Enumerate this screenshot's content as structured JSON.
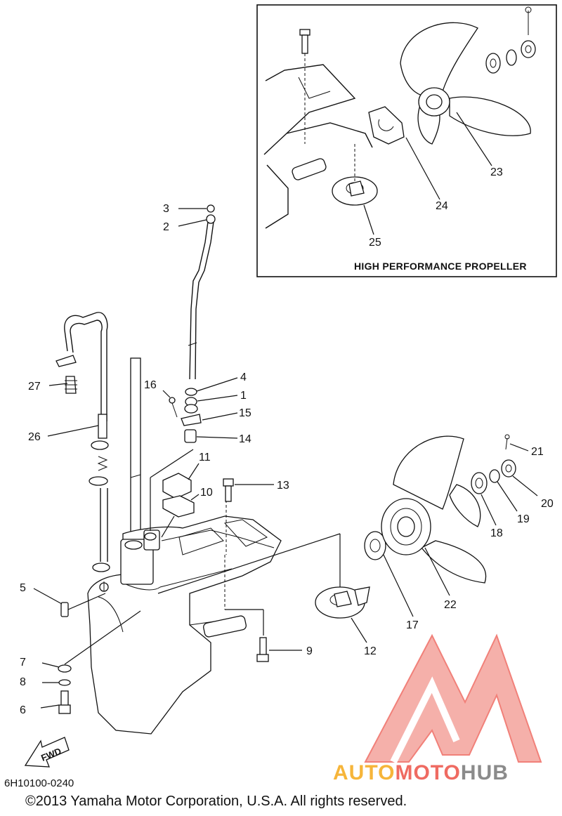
{
  "inset": {
    "title": "HIGH PERFORMANCE PROPELLER"
  },
  "callouts": [
    {
      "id": "1",
      "label": "1"
    },
    {
      "id": "2",
      "label": "2"
    },
    {
      "id": "3",
      "label": "3"
    },
    {
      "id": "4",
      "label": "4"
    },
    {
      "id": "5",
      "label": "5"
    },
    {
      "id": "6",
      "label": "6"
    },
    {
      "id": "7",
      "label": "7"
    },
    {
      "id": "8",
      "label": "8"
    },
    {
      "id": "9",
      "label": "9"
    },
    {
      "id": "10",
      "label": "10"
    },
    {
      "id": "11",
      "label": "11"
    },
    {
      "id": "12",
      "label": "12"
    },
    {
      "id": "13",
      "label": "13"
    },
    {
      "id": "14",
      "label": "14"
    },
    {
      "id": "15",
      "label": "15"
    },
    {
      "id": "16",
      "label": "16"
    },
    {
      "id": "17",
      "label": "17"
    },
    {
      "id": "18",
      "label": "18"
    },
    {
      "id": "19",
      "label": "19"
    },
    {
      "id": "20",
      "label": "20"
    },
    {
      "id": "21",
      "label": "21"
    },
    {
      "id": "22",
      "label": "22"
    },
    {
      "id": "23",
      "label": "23"
    },
    {
      "id": "24",
      "label": "24"
    },
    {
      "id": "25",
      "label": "25"
    },
    {
      "id": "26",
      "label": "26"
    },
    {
      "id": "27",
      "label": "27"
    }
  ],
  "fwd_label": "FWD",
  "diagram_code": "6H10100-0240",
  "copyright": "©2013 Yamaha Motor Corporation, U.S.A. All rights reserved.",
  "watermark": {
    "part1": "AUTO",
    "part2": "MOTO",
    "part3": "HUB"
  },
  "colors": {
    "watermark_orange": "#f6b53a",
    "watermark_red": "#ef6b62",
    "watermark_gray": "#8b8b8b"
  }
}
